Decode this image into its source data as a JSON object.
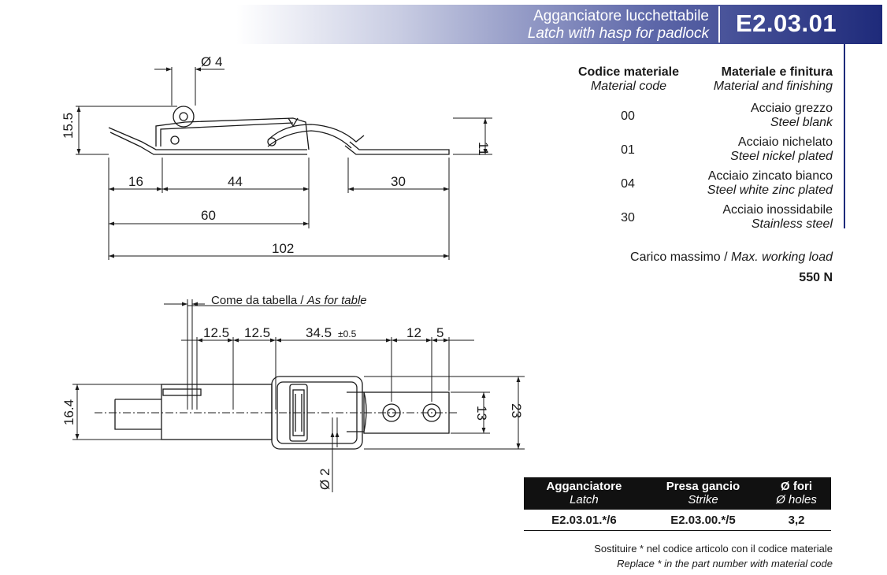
{
  "header": {
    "title_it": "Agganciatore lucchettabile",
    "title_en": "Latch with hasp for padlock",
    "code": "E2.03.01",
    "band_colors": [
      "#ffffff",
      "#5c66a8",
      "#1e2a7a"
    ]
  },
  "materials": {
    "col_code_it": "Codice materiale",
    "col_code_en": "Material code",
    "col_desc_it": "Materiale e finitura",
    "col_desc_en": "Material and finishing",
    "rows": [
      {
        "code": "00",
        "desc_it": "Acciaio grezzo",
        "desc_en": "Steel blank"
      },
      {
        "code": "01",
        "desc_it": "Acciaio nichelato",
        "desc_en": "Steel nickel plated"
      },
      {
        "code": "04",
        "desc_it": "Acciaio zincato bianco",
        "desc_en": "Steel white zinc plated"
      },
      {
        "code": "30",
        "desc_it": "Acciaio inossidabile",
        "desc_en": "Stainless steel"
      }
    ]
  },
  "load": {
    "label_it": "Carico massimo / ",
    "label_en": "Max. working load",
    "value": "550 N"
  },
  "side_view": {
    "dia_pin": "Ø 4",
    "height_total": "15.5",
    "height_right": "11",
    "dim_16": "16",
    "dim_44": "44",
    "dim_30": "30",
    "dim_60": "60",
    "dim_102": "102"
  },
  "top_view": {
    "note_it": "Come da tabella / ",
    "note_en": "As for table",
    "dim_125a": "12.5",
    "dim_125b": "12.5",
    "dim_345": "34.5",
    "dim_345_tol": "±0.5",
    "dim_12": "12",
    "dim_5": "5",
    "dim_164": "16.4",
    "dim_13": "13",
    "dim_23": "23",
    "dia_hole": "Ø 2"
  },
  "parts_table": {
    "headers": [
      {
        "it": "Agganciatore",
        "en": "Latch"
      },
      {
        "it": "Presa gancio",
        "en": "Strike"
      },
      {
        "it": "Ø fori",
        "en": "Ø holes"
      }
    ],
    "row": [
      "E2.03.01.*/6",
      "E2.03.00.*/5",
      "3,2"
    ]
  },
  "footnote": {
    "it": "Sostituire * nel codice articolo con il codice materiale",
    "en": "Replace * in the part number with material code"
  }
}
